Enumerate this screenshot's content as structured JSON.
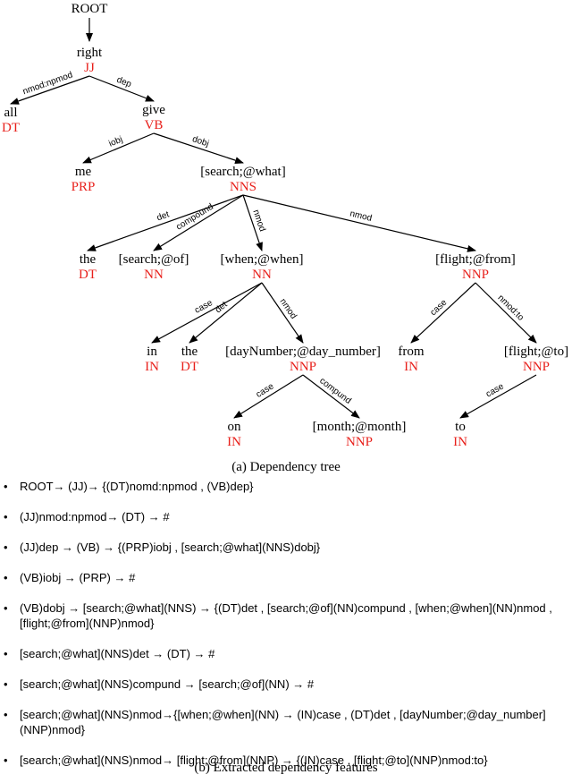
{
  "tree": {
    "root_label": "ROOT",
    "nodes": [
      {
        "id": "right",
        "word": "right",
        "tag": "JJ"
      },
      {
        "id": "all",
        "word": "all",
        "tag": "DT"
      },
      {
        "id": "give",
        "word": "give",
        "tag": "VB"
      },
      {
        "id": "me",
        "word": "me",
        "tag": "PRP"
      },
      {
        "id": "search_what",
        "word": "[search;@what]",
        "tag": "NNS"
      },
      {
        "id": "the1",
        "word": "the",
        "tag": "DT"
      },
      {
        "id": "search_of",
        "word": "[search;@of]",
        "tag": "NN"
      },
      {
        "id": "when",
        "word": "[when;@when]",
        "tag": "NN"
      },
      {
        "id": "flight_from",
        "word": "[flight;@from]",
        "tag": "NNP"
      },
      {
        "id": "in",
        "word": "in",
        "tag": "IN"
      },
      {
        "id": "the2",
        "word": "the",
        "tag": "DT"
      },
      {
        "id": "daynumber",
        "word": "[dayNumber;@day_number]",
        "tag": "NNP"
      },
      {
        "id": "from",
        "word": "from",
        "tag": "IN"
      },
      {
        "id": "flight_to",
        "word": "[flight;@to]",
        "tag": "NNP"
      },
      {
        "id": "on",
        "word": "on",
        "tag": "IN"
      },
      {
        "id": "month",
        "word": "[month;@month]",
        "tag": "NNP"
      },
      {
        "id": "to",
        "word": "to",
        "tag": "IN"
      }
    ],
    "edges": [
      {
        "from": "right",
        "to": "all",
        "label": "nmod:npmod"
      },
      {
        "from": "right",
        "to": "give",
        "label": "dep"
      },
      {
        "from": "give",
        "to": "me",
        "label": "iobj"
      },
      {
        "from": "give",
        "to": "search_what",
        "label": "dobj"
      },
      {
        "from": "search_what",
        "to": "the1",
        "label": "det"
      },
      {
        "from": "search_what",
        "to": "search_of",
        "label": "compound"
      },
      {
        "from": "search_what",
        "to": "when",
        "label": "nmod"
      },
      {
        "from": "search_what",
        "to": "flight_from",
        "label": "nmod"
      },
      {
        "from": "when",
        "to": "in",
        "label": "case"
      },
      {
        "from": "when",
        "to": "the2",
        "label": "det"
      },
      {
        "from": "when",
        "to": "daynumber",
        "label": "nmod"
      },
      {
        "from": "flight_from",
        "to": "from",
        "label": "case"
      },
      {
        "from": "flight_from",
        "to": "flight_to",
        "label": "nmod:to"
      },
      {
        "from": "daynumber",
        "to": "on",
        "label": "case"
      },
      {
        "from": "daynumber",
        "to": "month",
        "label": "compund"
      },
      {
        "from": "flight_to",
        "to": "to",
        "label": "case"
      }
    ]
  },
  "caption_a": "(a) Dependency tree",
  "features": [
    "ROOT→ (JJ)→ {(DT)nomd:npmod , (VB)dep}",
    "(JJ)nmod:npmod→ (DT) → #",
    "(JJ)dep → (VB) → {(PRP)iobj , [search;@what](NNS)dobj}",
    "(VB)iobj → (PRP) → #",
    "(VB)dobj → [search;@what](NNS) → {(DT)det , [search;@of](NN)compund , [when;@when](NN)nmod , [flight;@from](NNP)nmod}",
    "[search;@what](NNS)det → (DT) → #",
    "[search;@what](NNS)compund → [search;@of](NN) → #",
    "[search;@what](NNS)nmod→{[when;@when](NN) → (IN)case , (DT)det , [dayNumber;@day_number](NNP)nmod}",
    "[search;@what](NNS)nmod→ [flight;@from](NNP) → {(IN)case , [flight;@to](NNP)nmod:to}"
  ],
  "caption_b": "(b) Extracted dependency features"
}
